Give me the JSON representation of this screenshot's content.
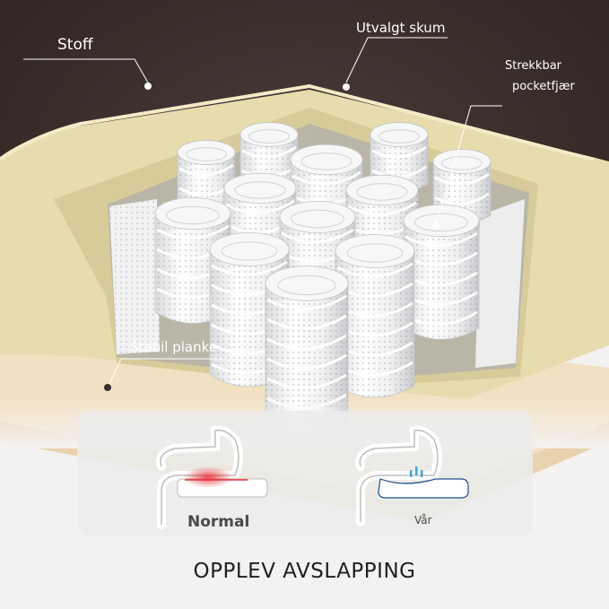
{
  "callouts": {
    "fabric": "Stoff",
    "foam": "Utvalgt skum",
    "spring_line1": "Strekkbar",
    "spring_line2": "pocketfjær",
    "plank": "Stabil planke"
  },
  "comparison": {
    "normal_label": "Normal",
    "ours_label": "Vår"
  },
  "headline": "OPPLEV AVSLAPPING",
  "colors": {
    "fabric": "#3b2f2d",
    "foam": "#e8dfb4",
    "plank": "#f0dfbd",
    "pressure": "#e8333a",
    "relief": "#3aa3e6"
  }
}
